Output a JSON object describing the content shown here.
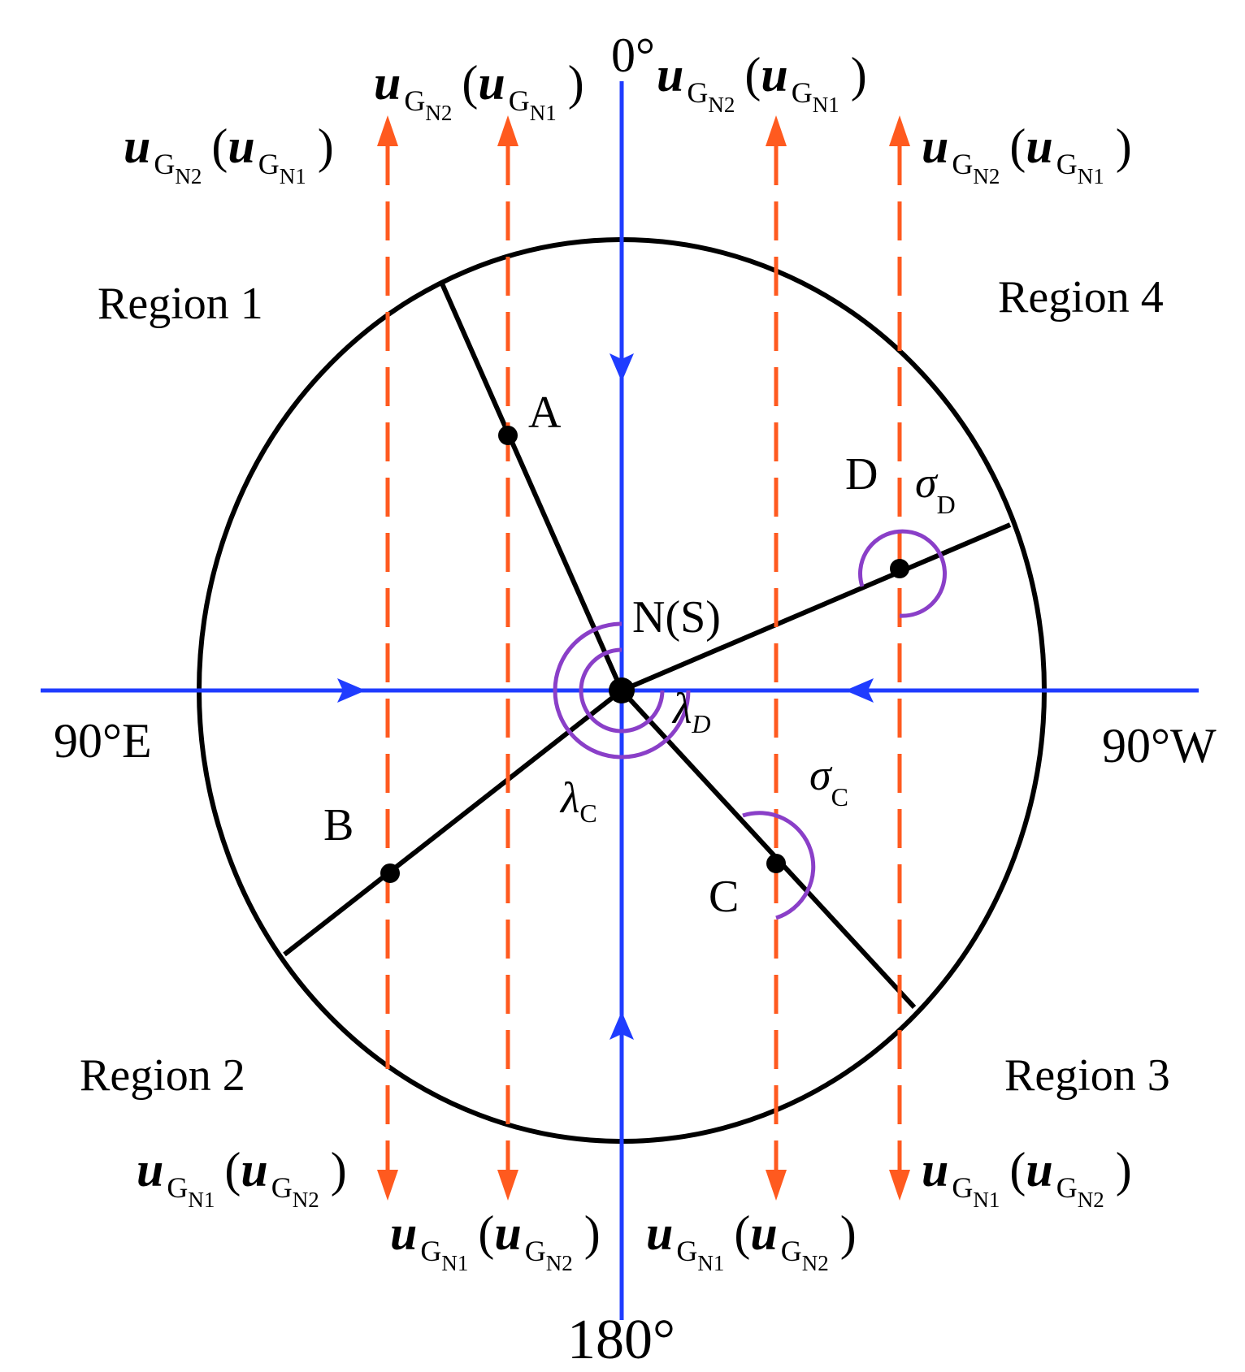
{
  "directions": {
    "top": "0°",
    "bottom": "180°",
    "left": "90°E",
    "right": "90°W"
  },
  "regions": [
    "Region 1",
    "Region 4",
    "Region 2",
    "Region 3"
  ],
  "center_label": "N(S)",
  "points": [
    "A",
    "B",
    "C",
    "D"
  ],
  "angles": {
    "lambda_symbol": "λ",
    "lambda_c_sub": "C",
    "lambda_d_sub": "D",
    "sigma_symbol": "σ",
    "sigma_c_sub": "C",
    "sigma_d_sub": "D"
  },
  "voltage_label": {
    "u": "u",
    "g": "G",
    "n1": "N1",
    "n2": "N2",
    "open": "(",
    "close": ")"
  },
  "colors": {
    "axis": "#1f3cff",
    "dashed": "#ff5a1f",
    "arc": "#8a3fc8",
    "circle": "#000000"
  }
}
